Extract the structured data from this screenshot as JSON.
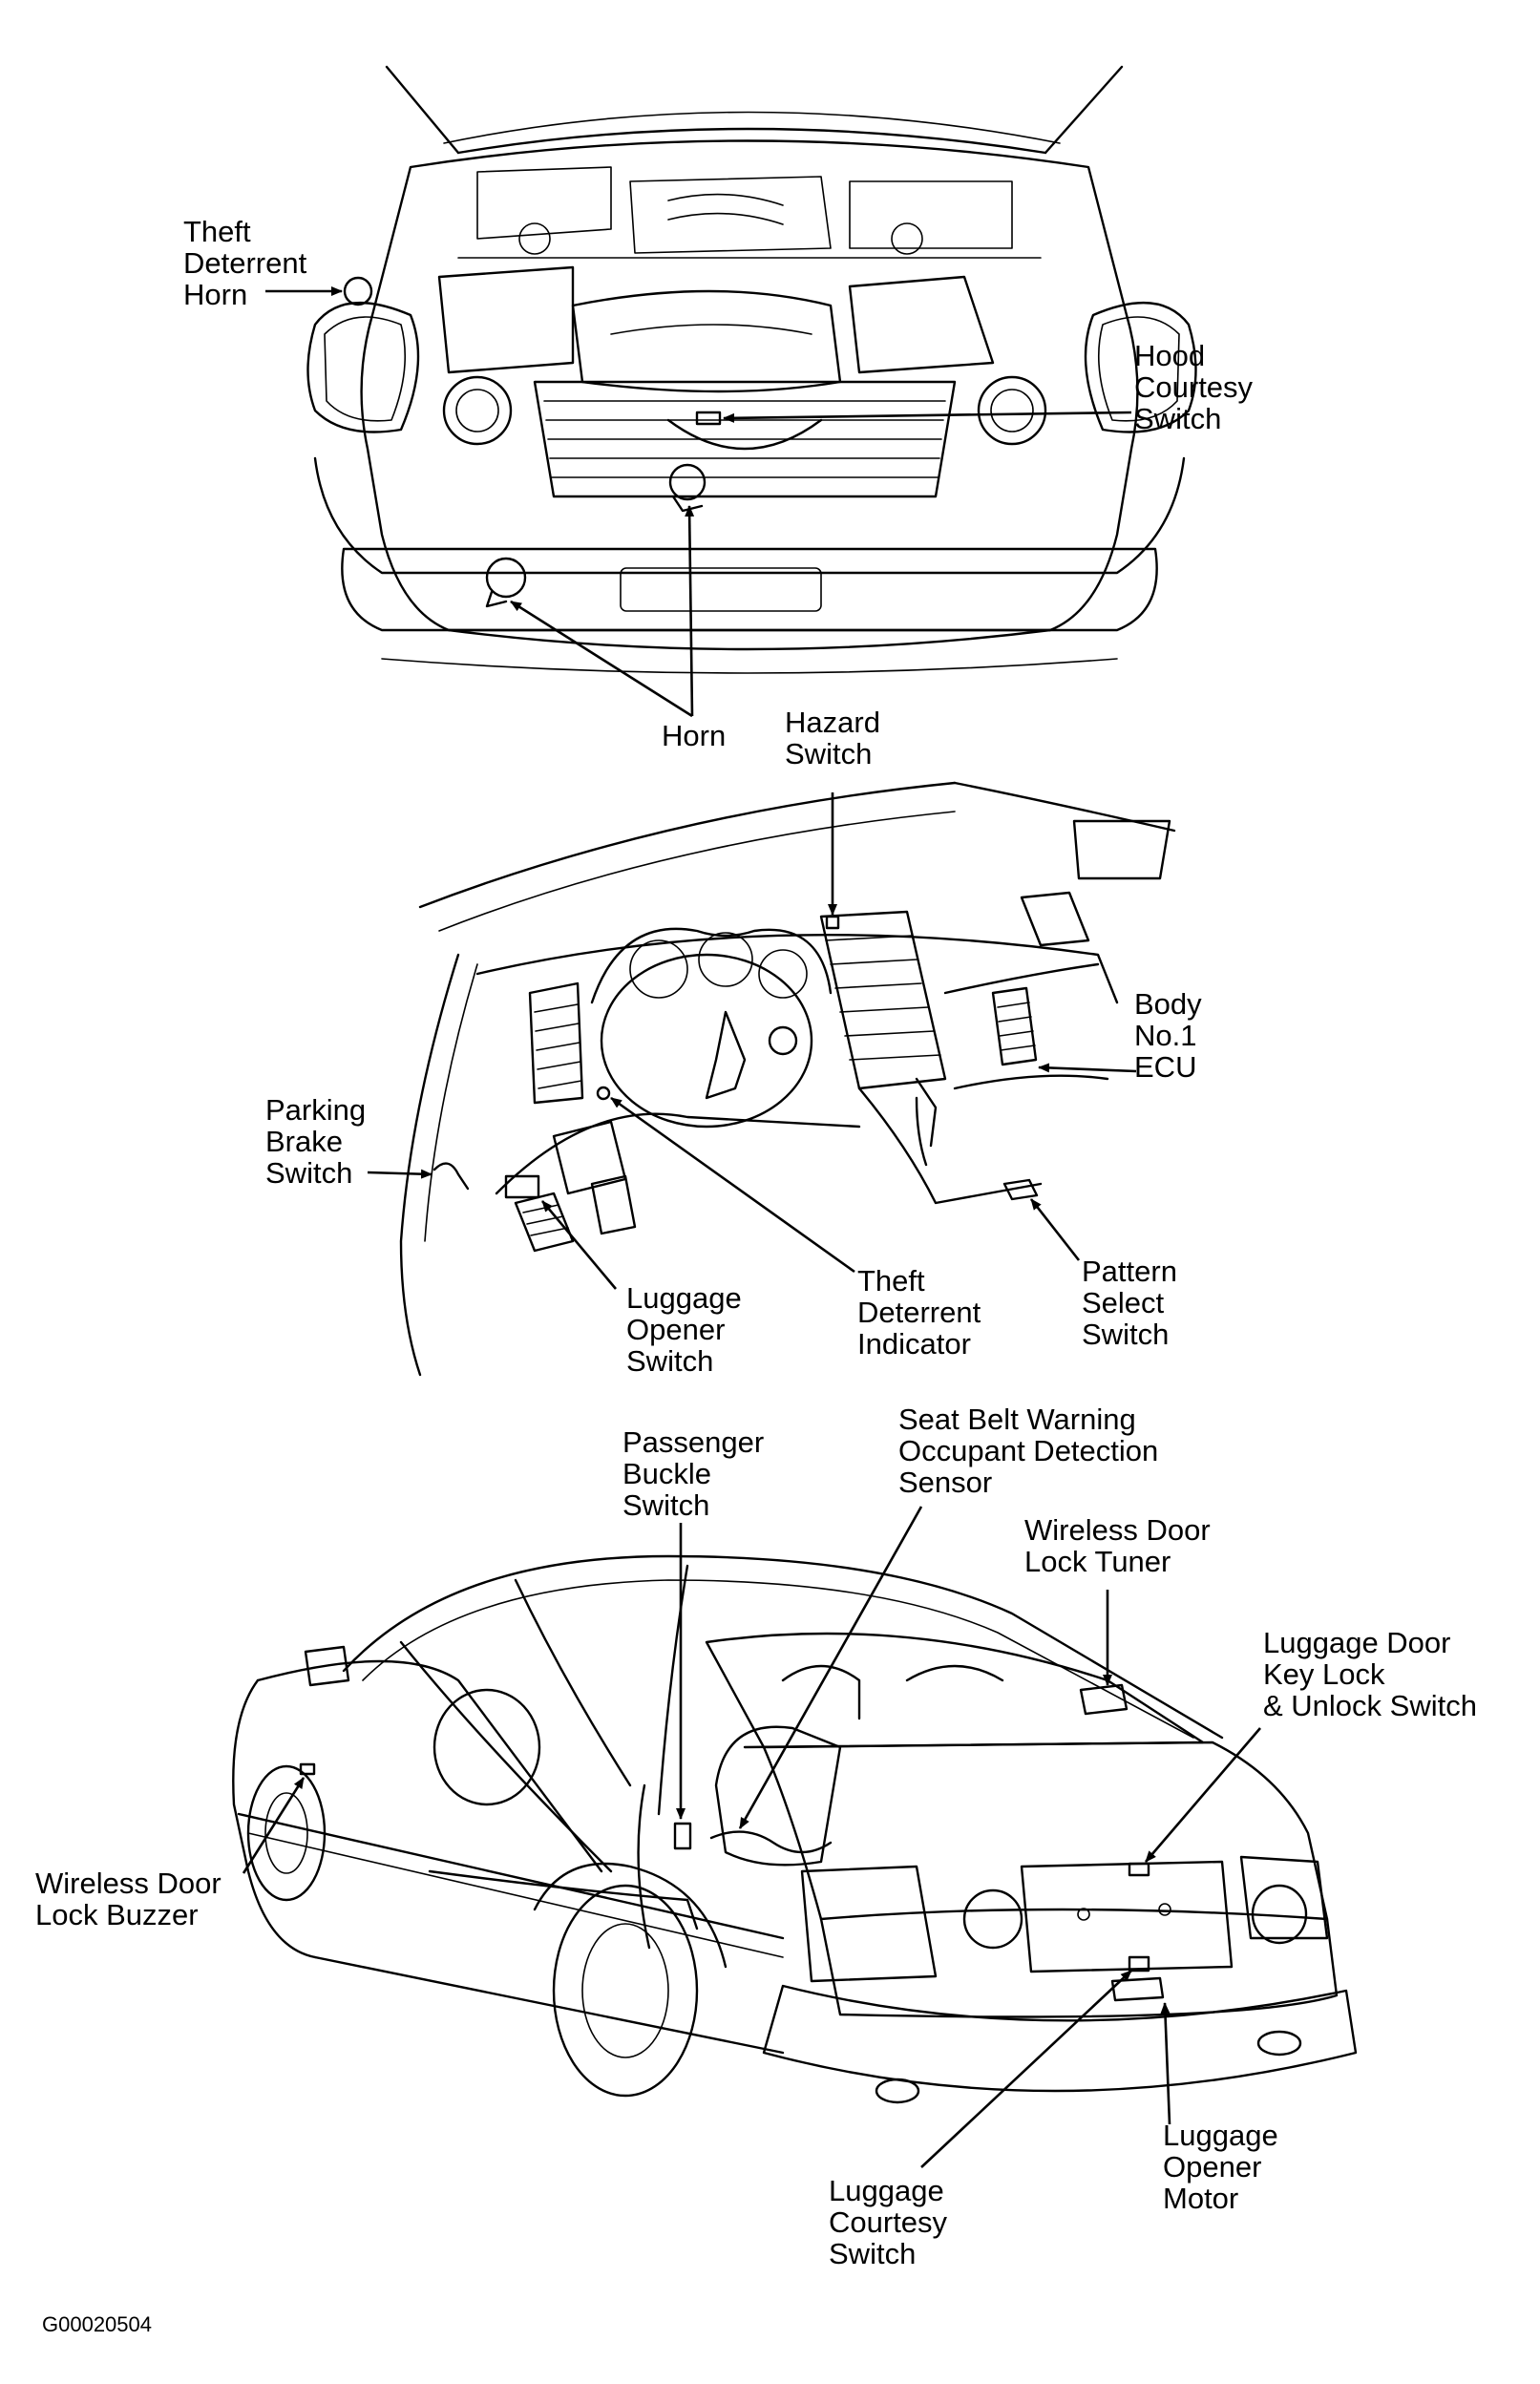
{
  "figure_code": "G00020504",
  "colors": {
    "ink": "#000000",
    "paper": "#ffffff"
  },
  "sections": {
    "engine_bay": {
      "labels": {
        "theft_deterrent_horn": "Theft\nDeterrent\nHorn",
        "hood_courtesy_switch": "Hood\nCourtesy\nSwitch",
        "horn": "Horn"
      }
    },
    "dashboard": {
      "labels": {
        "hazard_switch": "Hazard\nSwitch",
        "body_no1_ecu": "Body\nNo.1\nECU",
        "parking_brake_switch": "Parking\nBrake\nSwitch",
        "luggage_opener_switch": "Luggage\nOpener\nSwitch",
        "theft_deterrent_indicator": "Theft\nDeterrent\nIndicator",
        "pattern_select_switch": "Pattern\nSelect\nSwitch"
      }
    },
    "rear_view": {
      "labels": {
        "passenger_buckle_switch": "Passenger\nBuckle\nSwitch",
        "seat_belt_warning_sensor": "Seat Belt Warning\nOccupant Detection\nSensor",
        "wireless_door_lock_tuner": "Wireless Door\nLock Tuner",
        "luggage_door_key_lock_switch": "Luggage Door\nKey Lock\n& Unlock Switch",
        "wireless_door_lock_buzzer": "Wireless Door\nLock Buzzer",
        "luggage_courtesy_switch": "Luggage\nCourtesy\nSwitch",
        "luggage_opener_motor": "Luggage\nOpener\nMotor"
      }
    }
  }
}
